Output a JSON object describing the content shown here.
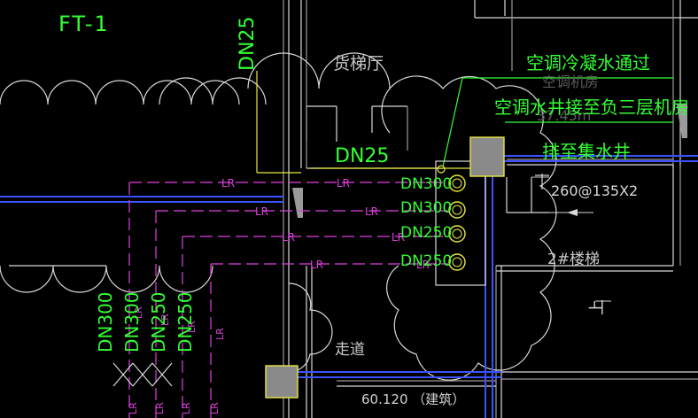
{
  "theme": {
    "background": "#000000",
    "grey_wall": "#9a9a9a",
    "white_line": "#d8d8d8",
    "blue_pipe": "#3a52ff",
    "magenta_pipe": "#e040e0",
    "green_text": "#33ff33",
    "yellow_line": "#e8e840",
    "box_fill": "#8a8a8a"
  },
  "labels": {
    "grid_tag": "FT-1",
    "dn25_vertical": "DN25",
    "dn25_horizontal": "DN25",
    "room_freight_elevator_hall": "货梯厅",
    "annotation_line1": "空调冷凝水通过",
    "annotation_line2": "空调水井接至负三层机房",
    "annotation_line3": "排至集水井",
    "stair_room": "2#楼梯",
    "stair_spec": "260@135X2",
    "corridor": "走道",
    "elevation": "60.120 （建筑）",
    "background_room_1": "空调机房",
    "background_room_2": "37.45m",
    "stair_up_mark": "上"
  },
  "pipe_labels": {
    "lr": "LR",
    "riser_sizes": [
      "DN300",
      "DN300",
      "DN250",
      "DN250"
    ],
    "bottom_sizes": [
      "DN300",
      "DN300",
      "DN250",
      "DN250"
    ]
  }
}
